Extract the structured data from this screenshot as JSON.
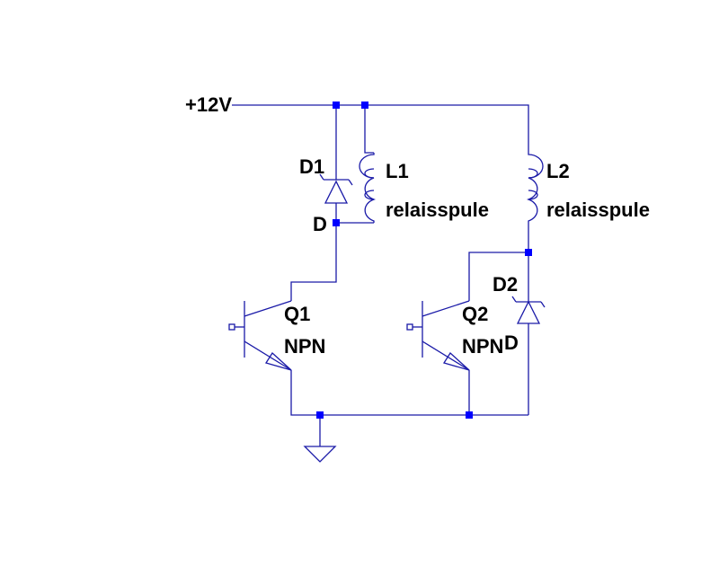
{
  "net_label": "+12V",
  "components": {
    "d1": {
      "name": "D1",
      "value": "D"
    },
    "l1": {
      "name": "L1",
      "value": "relaisspule"
    },
    "l2": {
      "name": "L2",
      "value": "relaisspule"
    },
    "d2": {
      "name": "D2",
      "value": "D"
    },
    "q1": {
      "name": "Q1",
      "value": "NPN"
    },
    "q2": {
      "name": "Q2",
      "value": "NPN"
    }
  },
  "colors": {
    "wire": "#1a1aa8",
    "junction": "#0000ff",
    "text": "#000000",
    "background": "#ffffff"
  }
}
